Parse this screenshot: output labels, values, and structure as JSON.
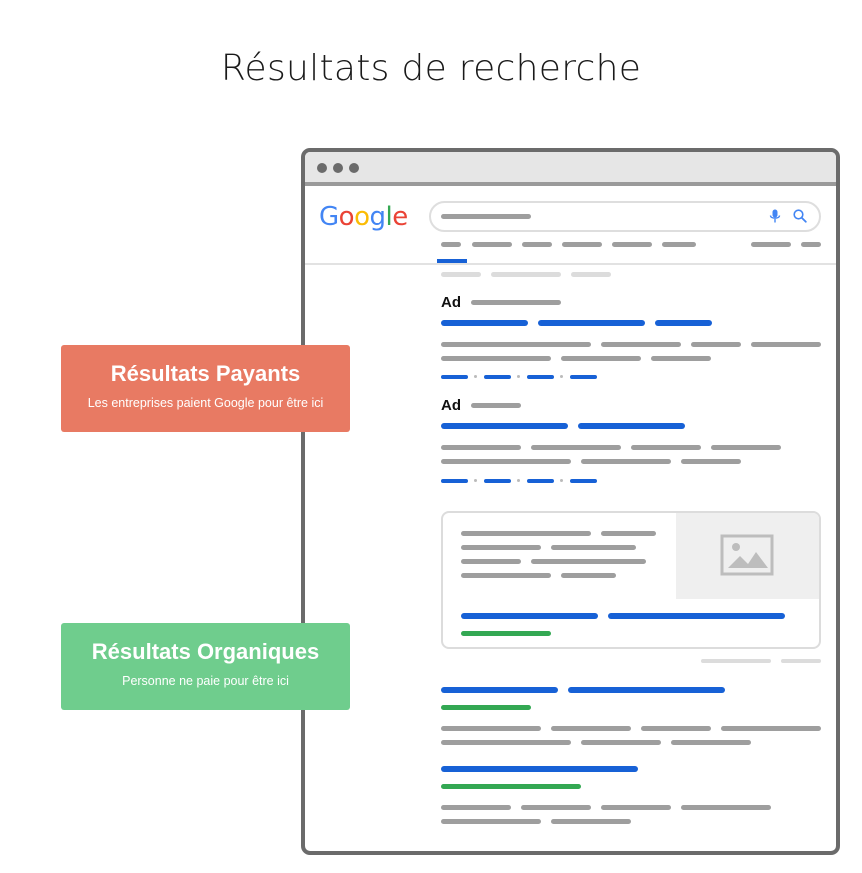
{
  "page": {
    "title": "Résultats de recherche"
  },
  "logo": {
    "letters": [
      "G",
      "o",
      "o",
      "g",
      "l",
      "e"
    ],
    "colors": [
      "#4285f4",
      "#ea4335",
      "#fbbc05",
      "#4285f4",
      "#34a853",
      "#ea4335"
    ]
  },
  "results": {
    "ad_label_1": "Ad",
    "ad_label_2": "Ad"
  },
  "icons": {
    "mic": "mic-icon",
    "search": "search-icon",
    "image": "image-placeholder-icon"
  },
  "labels": {
    "paid": {
      "title": "Résultats Payants",
      "subtitle": "Les entreprises paient Google pour être ici",
      "color": "#e87a63"
    },
    "organic": {
      "title": "Résultats Organiques",
      "subtitle": "Personne ne paie pour être ici",
      "color": "#6fcd8d"
    }
  },
  "colors": {
    "link_blue": "#1761d6",
    "url_green": "#33a853",
    "text_gray": "#9e9e9e",
    "frame": "#6b6b6b"
  }
}
